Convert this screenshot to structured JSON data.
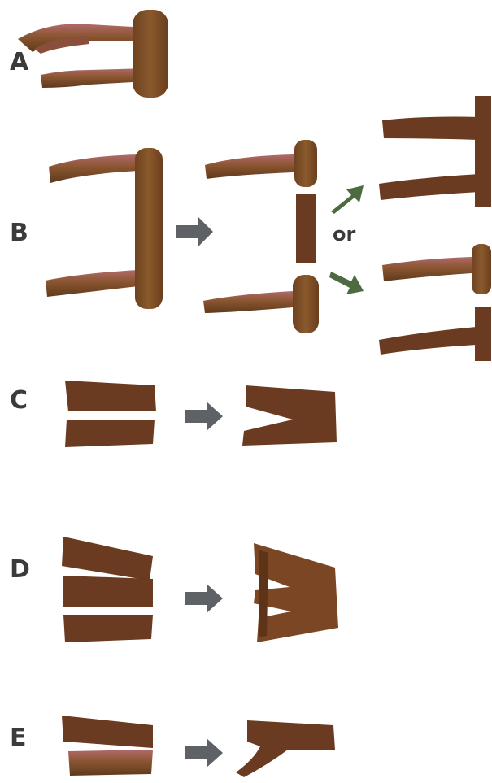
{
  "labels": {
    "a": "A",
    "b": "B",
    "c": "C",
    "d": "D",
    "e": "E",
    "or": "or"
  },
  "colors": {
    "tissue": "#7a4a26",
    "tissue_flat": "#6a3b20",
    "highlight": "#a05a5a",
    "gray_arrow": "#5e6266",
    "green_arrow": "#4d6a40",
    "label": "#3b3b3b"
  }
}
